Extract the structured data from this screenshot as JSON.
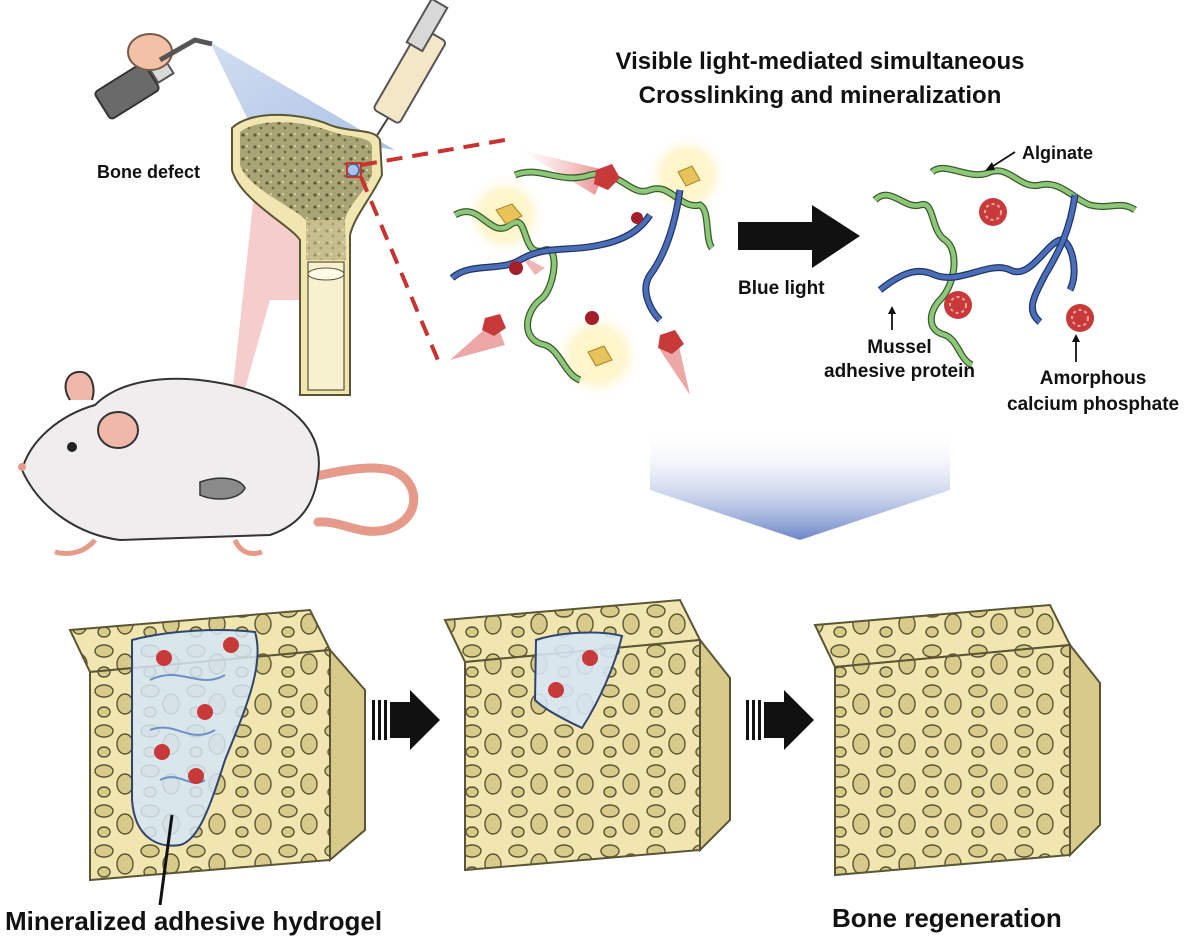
{
  "title": {
    "line1": "Visible light-mediated simultaneous",
    "line2": "Crosslinking and mineralization"
  },
  "labels": {
    "bone_defect": "Bone defect",
    "alginate": "Alginate",
    "blue_light": "Blue light",
    "mussel_line1": "Mussel",
    "mussel_line2": "adhesive protein",
    "acp_line1": "Amorphous",
    "acp_line2": "calcium phosphate",
    "hydrogel": "Mineralized adhesive hydrogel",
    "regeneration": "Bone regeneration"
  },
  "colors": {
    "alginate_strand": "#8cc77a",
    "mussel_strand": "#4a6fb8",
    "bone": "#f1e6b0",
    "bone_outline": "#5a5535",
    "hydrogel": "#d6e6f5",
    "mineral": "#c83a3a",
    "crystal": "#e8c35a",
    "light_cone": "#f2b8b8",
    "flow_arrow": "#6b86c9"
  }
}
